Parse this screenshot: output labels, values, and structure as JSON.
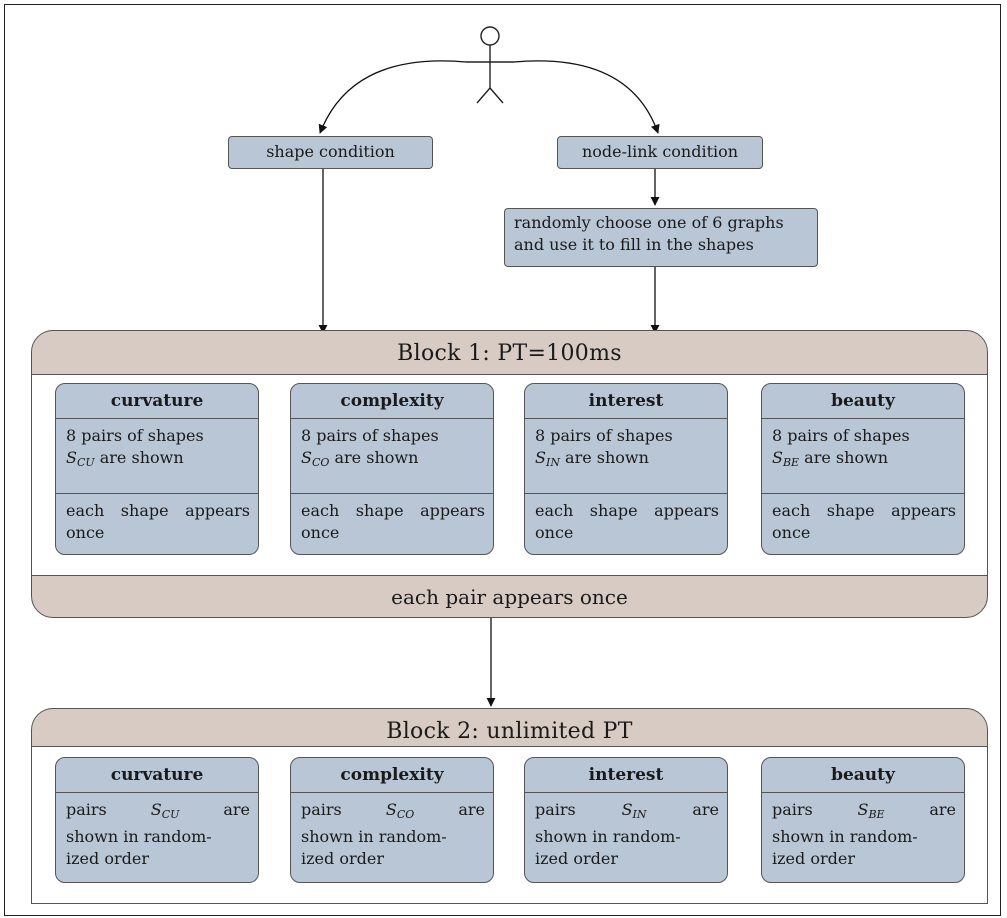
{
  "conditions": {
    "shape": "shape condition",
    "node_link": "node-link condition",
    "random_line1": "randomly choose one of 6 graphs",
    "random_line2": "and use it to fill in the shapes"
  },
  "block1": {
    "title": "Block 1: PT=100ms",
    "footer": "each pair appears once",
    "cards": [
      {
        "title": "curvature",
        "line1": "8 pairs of shapes",
        "var_main": "S",
        "var_sub": "CU",
        "line2_rest": " are shown",
        "foot1": "each shape appears",
        "foot2": "once"
      },
      {
        "title": "complexity",
        "line1": "8 pairs of shapes",
        "var_main": "S",
        "var_sub": "CO",
        "line2_rest": " are shown",
        "foot1": "each shape appears",
        "foot2": "once"
      },
      {
        "title": "interest",
        "line1": "8 pairs of shapes",
        "var_main": "S",
        "var_sub": "IN",
        "line2_rest": " are shown",
        "foot1": "each shape appears",
        "foot2": "once"
      },
      {
        "title": "beauty",
        "line1": "8 pairs of shapes",
        "var_main": "S",
        "var_sub": "BE",
        "line2_rest": " are shown",
        "foot1": "each shape appears",
        "foot2": "once"
      }
    ]
  },
  "block2": {
    "title": "Block 2: unlimited PT",
    "cards": [
      {
        "title": "curvature",
        "pre": "pairs",
        "var_main": "S",
        "var_sub": "CU",
        "post": "are",
        "line2": "shown in random-",
        "line3": "ized order"
      },
      {
        "title": "complexity",
        "pre": "pairs",
        "var_main": "S",
        "var_sub": "CO",
        "post": "are",
        "line2": "shown in random-",
        "line3": "ized order"
      },
      {
        "title": "interest",
        "pre": "pairs",
        "var_main": "S",
        "var_sub": "IN",
        "post": "are",
        "line2": "shown in random-",
        "line3": "ized order"
      },
      {
        "title": "beauty",
        "pre": "pairs",
        "var_main": "S",
        "var_sub": "BE",
        "post": "are",
        "line2": "shown in random-",
        "line3": "ized order"
      }
    ]
  }
}
